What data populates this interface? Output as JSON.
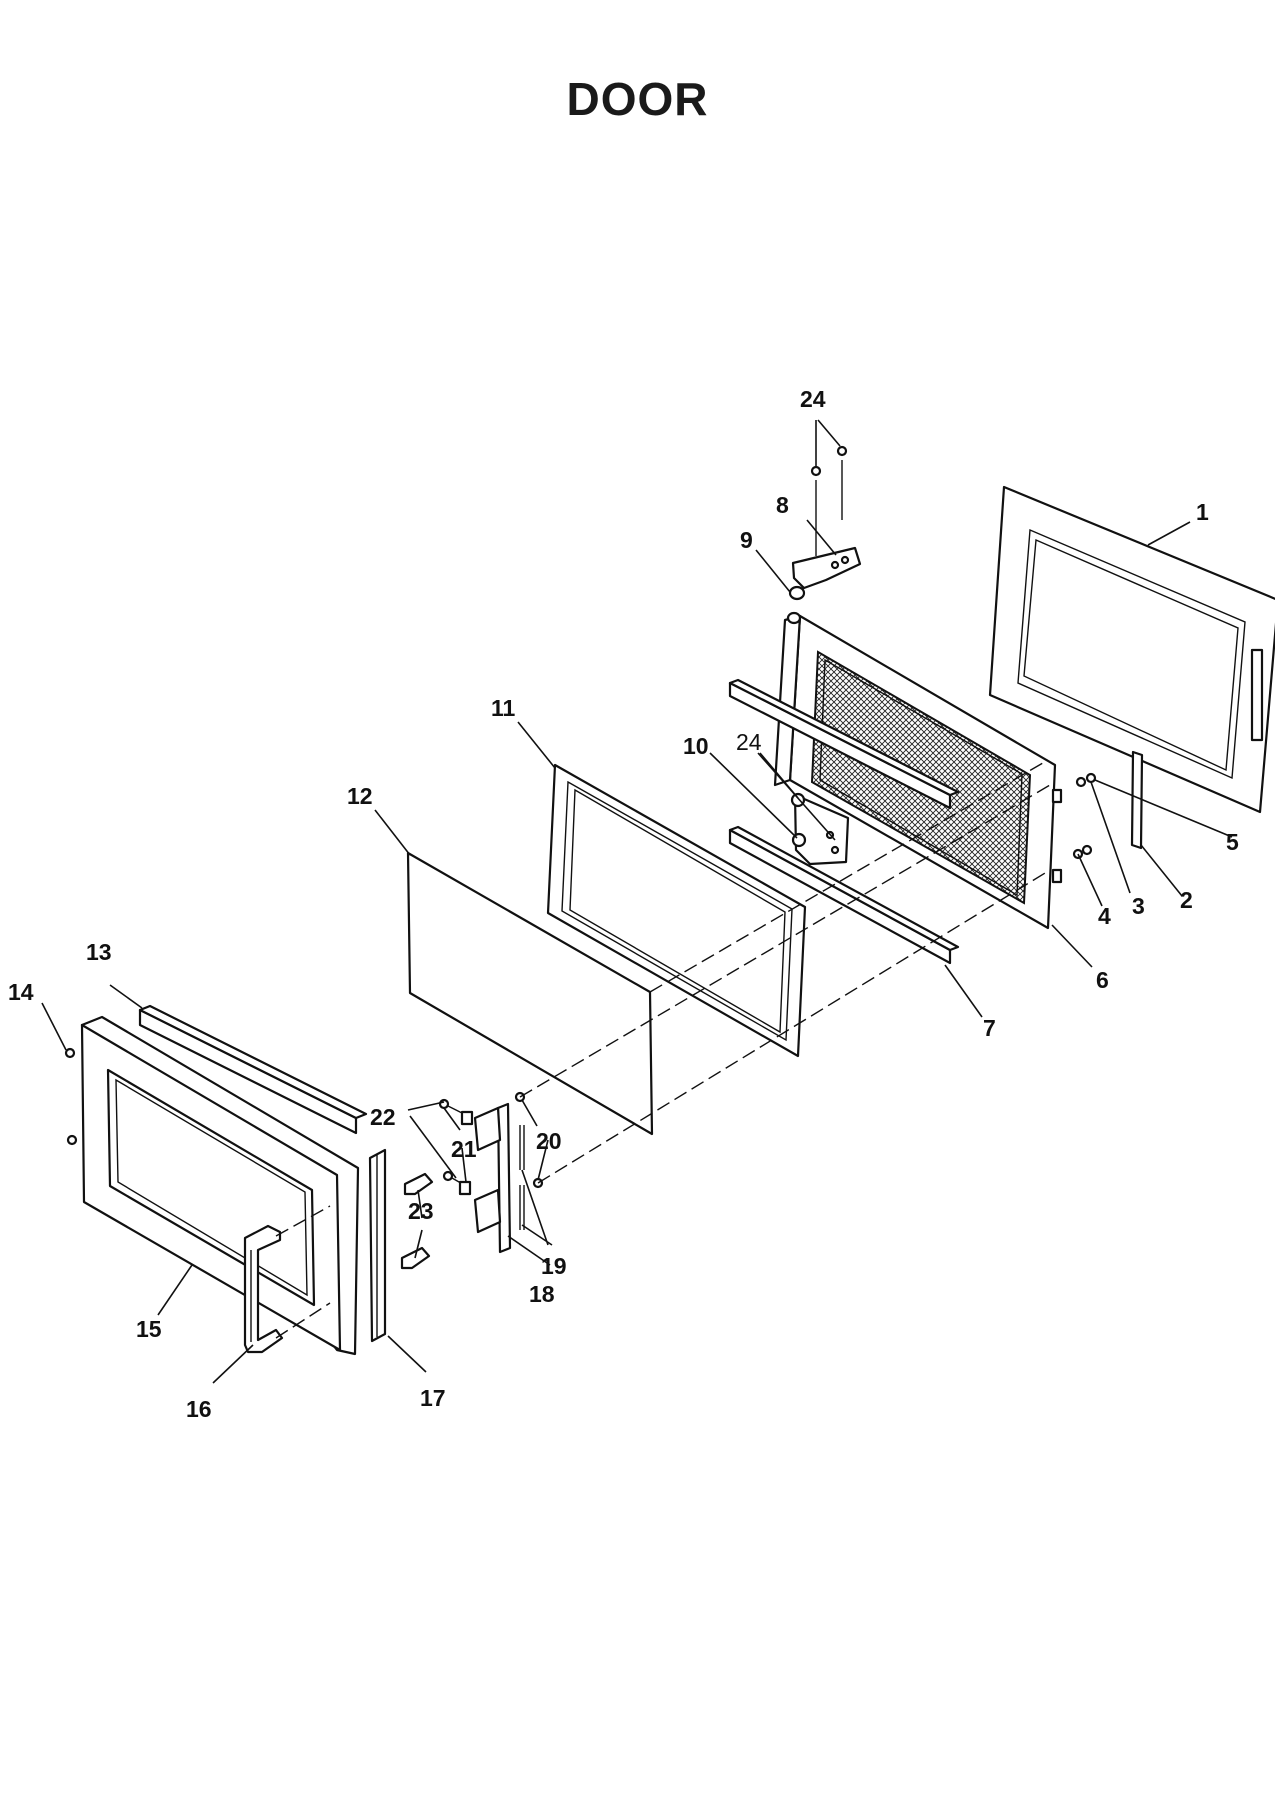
{
  "title": "DOOR",
  "callouts": {
    "c1": "1",
    "c2": "2",
    "c3": "3",
    "c4": "4",
    "c5": "5",
    "c6": "6",
    "c7": "7",
    "c8": "8",
    "c9": "9",
    "c10": "10",
    "c11": "11",
    "c12": "12",
    "c13": "13",
    "c14": "14",
    "c15": "15",
    "c16": "16",
    "c17": "17",
    "c18": "18",
    "c19": "19",
    "c20": "20",
    "c21": "21",
    "c22": "22",
    "c23": "23",
    "c24a": "24",
    "c24b": "24"
  }
}
